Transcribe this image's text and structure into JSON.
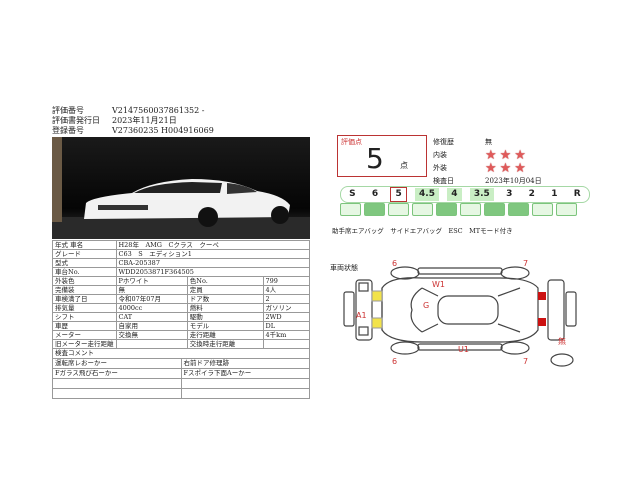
{
  "header": [
    {
      "label": "評価番号",
      "value": "V2147560037861352 -"
    },
    {
      "label": "評価書発行日",
      "value": "2023年11月21日"
    },
    {
      "label": "登録番号",
      "value": "V27360235 H004916069"
    }
  ],
  "spec_rows": [
    [
      "年式 車名",
      "H28年　AMG　Cクラス　クーペ"
    ],
    [
      "グレード",
      "C63　S　エディション1"
    ],
    [
      "型式",
      "CBA-205387"
    ],
    [
      "車台No.",
      "WDD2053871F364505"
    ],
    [
      "外装色",
      "Pホワイト",
      "色No.",
      "799"
    ],
    [
      "完備装",
      "無",
      "定員",
      "4人"
    ],
    [
      "車検満了日",
      "令和07年07月",
      "ドア数",
      "2"
    ],
    [
      "排気量",
      "4000cc",
      "燃料",
      "ガソリン"
    ],
    [
      "シフト",
      "CAT",
      "駆動",
      "2WD"
    ],
    [
      "車歴",
      "自家用",
      "モデル",
      "DL"
    ],
    [
      "メーター",
      "交換無",
      "走行距離",
      "4千km"
    ],
    [
      "旧メーター走行距離",
      "",
      "交換時走行距離",
      ""
    ]
  ],
  "comments": {
    "title": "検査コメント",
    "rows": [
      [
        "運転席レおーかー",
        "右前ドア修理跡"
      ],
      [
        "Fガラス飛び石ーかー",
        "Fスポイラ下面Aーかー"
      ],
      [
        "",
        ""
      ],
      [
        "",
        ""
      ]
    ]
  },
  "score": {
    "label": "評価点",
    "value": "5",
    "unit": "点"
  },
  "info": {
    "repair": {
      "label": "修復歴",
      "value": "無"
    },
    "interior": {
      "label": "内装",
      "stars": 3
    },
    "exterior": {
      "label": "外装",
      "stars": 3
    },
    "inspection": {
      "label": "検査日",
      "value": "2023年10月04日"
    }
  },
  "scale": {
    "items": [
      "S",
      "6",
      "5",
      "4.5",
      "4",
      "3.5",
      "3",
      "2",
      "1",
      "R"
    ],
    "selected": "5",
    "highlighted": [
      "4.5",
      "4",
      "3.5"
    ]
  },
  "equipment_icons": [
    {
      "name": "icon-1",
      "active": false
    },
    {
      "name": "icon-2",
      "active": true
    },
    {
      "name": "icon-3",
      "active": false
    },
    {
      "name": "icon-4",
      "active": false
    },
    {
      "name": "icon-5",
      "active": true
    },
    {
      "name": "icon-6",
      "active": false
    },
    {
      "name": "icon-7",
      "active": true
    },
    {
      "name": "icon-8",
      "active": true
    },
    {
      "name": "icon-9",
      "active": false
    },
    {
      "name": "icon-10",
      "active": false
    }
  ],
  "options": "助手席エアバッグ　サイドエアバッグ　ESC　MTモード付き",
  "diagram": {
    "title": "車両状態",
    "marks": {
      "front_left_wheel": "6",
      "front_right_wheel": "6",
      "rear_left_wheel": "7",
      "rear_right_wheel": "7",
      "top_panel": "W1",
      "windshield": "G",
      "front_bumper": "A1",
      "bottom_panel": "U1",
      "spare": "無"
    }
  },
  "colors": {
    "accent_red": "#bb3333",
    "scale_green": "#c9eec4",
    "star": "#e05a5a",
    "headlight": "#f2e34a",
    "taillight": "#cc1111"
  }
}
